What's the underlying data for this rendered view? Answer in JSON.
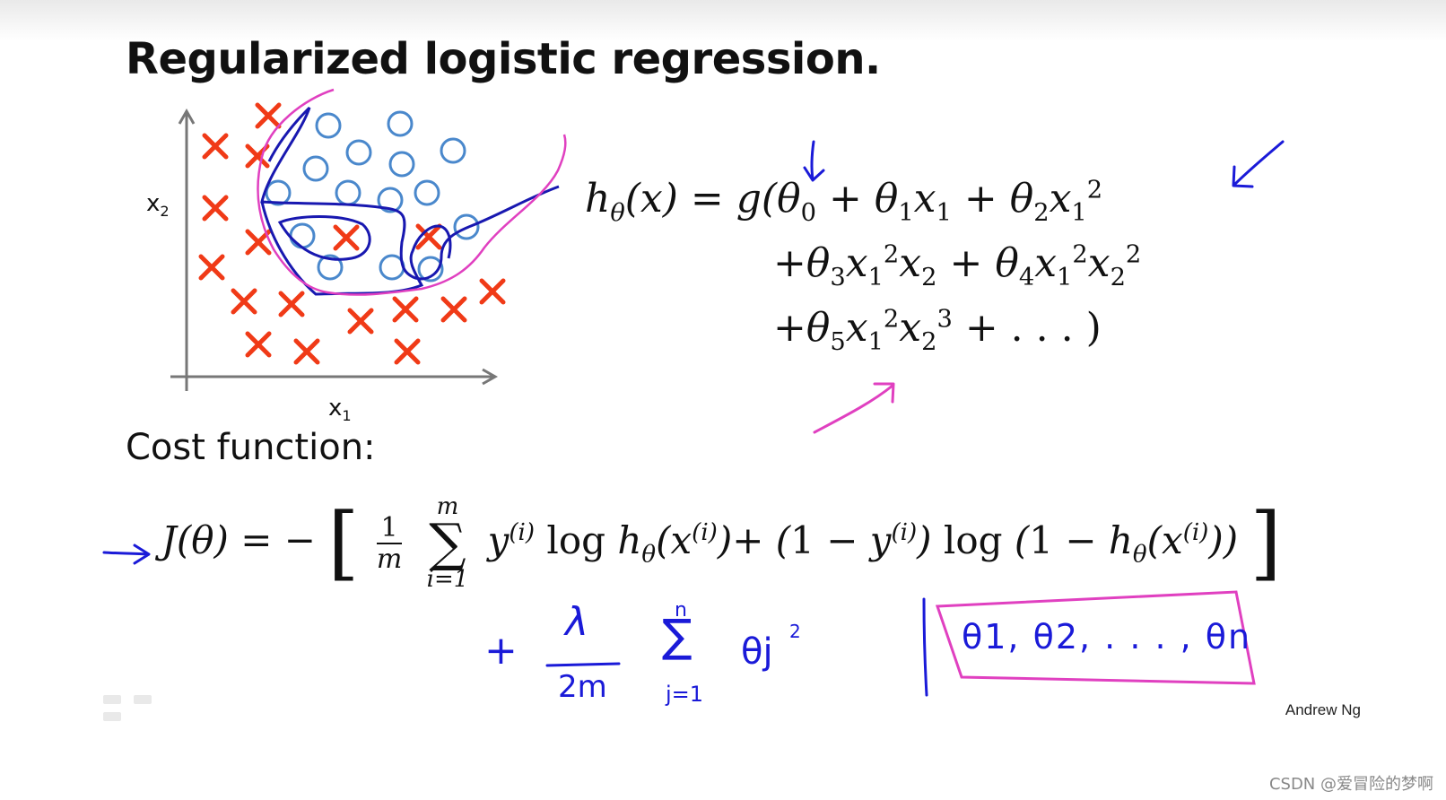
{
  "title": "Regularized logistic regression.",
  "cost_label": "Cost function:",
  "attribution": "Andrew Ng",
  "watermark": "CSDN @爱冒险的梦啊",
  "plot": {
    "x_axis_label": "x",
    "x_axis_sub": "1",
    "y_axis_label": "x",
    "y_axis_sub": "2",
    "cross_color": "#f03a17",
    "circle_color": "#4a88cc",
    "boundary_blue": "#1818b0",
    "boundary_magenta": "#e040c0"
  },
  "hypothesis": {
    "line1": "hθ(x) = g(θ0 + θ1x1 + θ2x1²",
    "line2": "+θ3x1²x2 + θ4x1²x2²",
    "line3": "+θ5x1²x2³ + . . . )"
  },
  "cost": {
    "lhs": "J(θ) = −",
    "frac_num": "1",
    "frac_den": "m",
    "sum_top": "m",
    "sum_bot": "i=1",
    "body": "y(i) log hθ(x(i)) + (1 − y(i)) log (1 − hθ(x(i)))"
  },
  "regularization": {
    "plus": "+",
    "numerator": "λ",
    "denominator": "2m",
    "sum_top": "n",
    "sum_bot": "j=1",
    "term": "θj",
    "power": "2"
  },
  "boxed_params": "θ1, θ2, . . . , θn"
}
